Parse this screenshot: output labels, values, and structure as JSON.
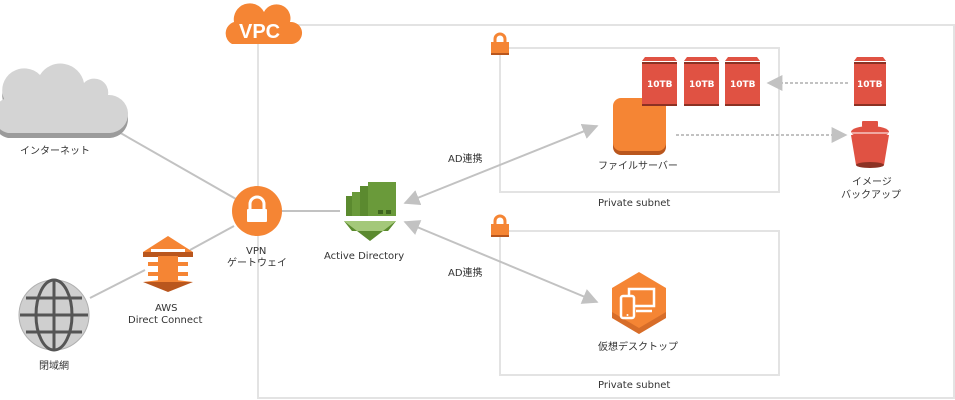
{
  "diagram": {
    "vpc": {
      "label": "VPC",
      "color": "#f58534"
    },
    "colors": {
      "orange": "#f58534",
      "orange_dark": "#b9561d",
      "red": "#e05243",
      "red_dark": "#8c3123",
      "green": "#6a9a3a",
      "green_light": "#a4c87a",
      "cloud_gray": "#d4d4d4",
      "line_gray": "#c2c2c2",
      "border_gray": "#e3e3e3"
    },
    "nodes": {
      "internet": {
        "label": "インターネット",
        "icon": "cloud-icon"
      },
      "closed_network": {
        "label": "閉域網",
        "icon": "globe-icon"
      },
      "direct_connect": {
        "label_line1": "AWS",
        "label_line2": "Direct Connect",
        "icon": "direct-connect-icon"
      },
      "vpn_gateway": {
        "label_line1": "VPN",
        "label_line2": "ゲートウェイ",
        "icon": "lock-icon"
      },
      "active_directory": {
        "label": "Active Directory",
        "icon": "directory-service-icon"
      },
      "file_server": {
        "label": "ファイルサーバー",
        "icon": "instance-icon"
      },
      "virtual_desktop": {
        "label": "仮想デスクトップ",
        "icon": "workspaces-icon"
      },
      "image_backup": {
        "label_line1": "イメージ",
        "label_line2": "バックアップ",
        "icon": "s3-bucket-icon"
      }
    },
    "volumes": [
      {
        "label": "10TB"
      },
      {
        "label": "10TB"
      },
      {
        "label": "10TB"
      }
    ],
    "backup_volume": {
      "label": "10TB"
    },
    "subnets": [
      {
        "label": "Private subnet"
      },
      {
        "label": "Private subnet"
      }
    ],
    "edges": {
      "ad_to_file_server": {
        "label": "AD連携"
      },
      "ad_to_desktop": {
        "label": "AD連携"
      }
    }
  }
}
